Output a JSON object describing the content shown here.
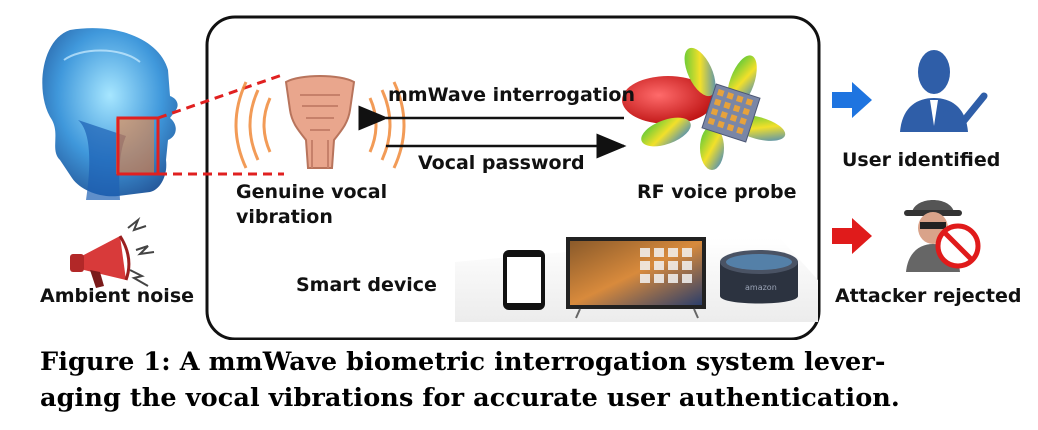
{
  "labels": {
    "mmwave_interrogation": "mmWave interrogation",
    "vocal_password": "Vocal password",
    "genuine_vocal_line1": "Genuine vocal",
    "genuine_vocal_line2": "vibration",
    "rf_voice_probe": "RF voice probe",
    "smart_device": "Smart device",
    "ambient_noise": "Ambient noise",
    "user_identified": "User identified",
    "attacker_rejected": "Attacker rejected",
    "echo_brand": "amazon"
  },
  "caption": {
    "line1": "Figure 1: A mmWave biometric interrogation system lever-",
    "line2": "aging the vocal vibrations for accurate user authentication."
  },
  "colors": {
    "accept_arrow": "#1e74e0",
    "reject_arrow": "#e01b1b",
    "zoom_lines": "#e02020",
    "frame": "#111111"
  },
  "icons": {
    "head": "head-xray-icon",
    "throat": "throat-icon",
    "megaphone": "megaphone-icon",
    "antenna": "radiation-pattern-icon",
    "phone": "smartphone-icon",
    "tv": "smart-tv-icon",
    "speaker": "smart-speaker-icon",
    "user_ok": "verified-user-icon",
    "attacker": "blocked-attacker-icon"
  }
}
